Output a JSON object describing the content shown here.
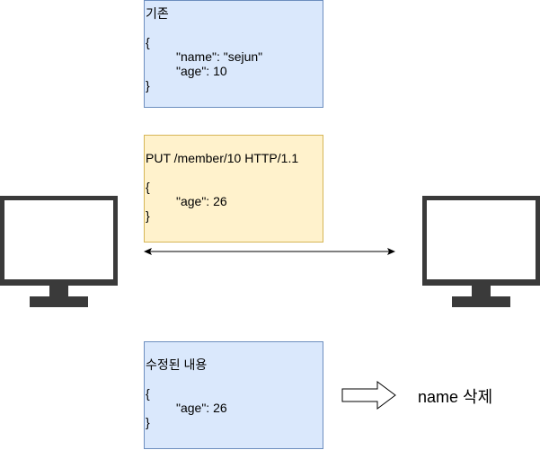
{
  "before_box": {
    "title": "기존",
    "open_brace": "{",
    "line1": "\"name\": \"sejun\"",
    "line2": "\"age\": 10",
    "close_brace": "}"
  },
  "request_box": {
    "title": "PUT /member/10 HTTP/1.1",
    "open_brace": "{",
    "line1": "\"age\": 26",
    "close_brace": "}"
  },
  "after_box": {
    "title": "수정된 내용",
    "open_brace": "{",
    "line1": "\"age\": 26",
    "close_brace": "}"
  },
  "result_note": "name 삭제",
  "icons": {
    "left_computer": "monitor-icon",
    "right_computer": "monitor-icon",
    "exchange_arrow": "double-arrow",
    "result_arrow": "block-arrow-right"
  },
  "colors": {
    "blue_fill": "#dae8fc",
    "blue_stroke": "#6c8ebf",
    "yellow_fill": "#fff2cc",
    "yellow_stroke": "#d6b656",
    "monitor": "#3a3a3a"
  }
}
